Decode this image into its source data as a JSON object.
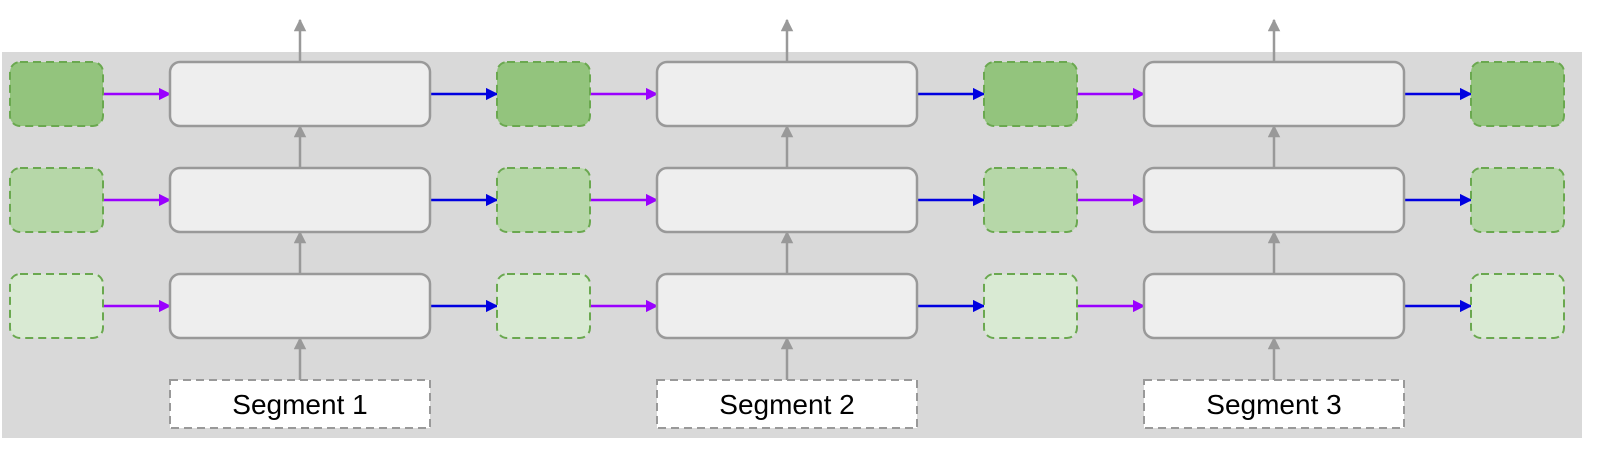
{
  "segments": [
    {
      "label": "Segment 1"
    },
    {
      "label": "Segment 2"
    },
    {
      "label": "Segment 3"
    }
  ],
  "layers": 3,
  "colors": {
    "panel_background": "#d9d9d9",
    "block_fill": "#eeeeee",
    "block_stroke": "#999999",
    "segment_fill": "#ffffff",
    "segment_stroke": "#999999",
    "arrow_gray": "#999999",
    "arrow_purple": "#9a00ff",
    "arrow_blue": "#0000e0",
    "memory_stroke": "#6aa84f",
    "memory_fills_top_to_bottom": [
      "#93c47d",
      "#b6d7a8",
      "#d9ead3"
    ]
  }
}
